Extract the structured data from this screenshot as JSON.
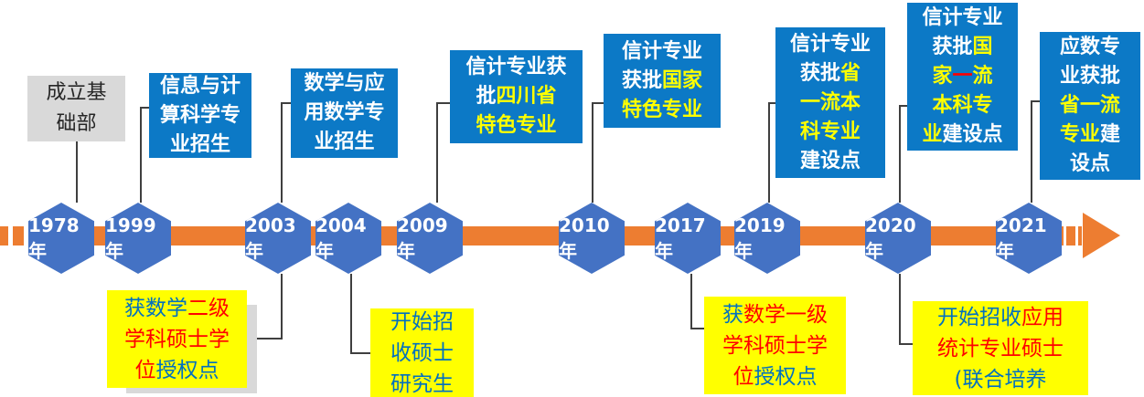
{
  "palette": {
    "white": "#FFFFFF",
    "yellow": "#FFFF00",
    "red": "#FF0000",
    "blue": "#0070C0",
    "black": "#262626"
  },
  "colors": {
    "bar": "#ED7D31",
    "hexagon": "#4472C4",
    "box_blue": "#0C79C6",
    "box_gray": "#D9D9D9",
    "box_yellow": "#FFFF00",
    "connector": "#3F3F3F"
  },
  "nodes": [
    {
      "year": "1978年"
    },
    {
      "year": "1999年"
    },
    {
      "year": "2003年"
    },
    {
      "year": "2004年"
    },
    {
      "year": "2009年"
    },
    {
      "year": "2010年"
    },
    {
      "year": "2017年"
    },
    {
      "year": "2019年"
    },
    {
      "year": "2020年"
    },
    {
      "year": "2021年"
    }
  ],
  "top_boxes": [
    {
      "id": "founding-dept",
      "year": "1978年",
      "lines": [
        [
          {
            "t": "成立基",
            "c": "black"
          }
        ],
        [
          {
            "t": "础部",
            "c": "black"
          }
        ]
      ]
    },
    {
      "id": "info-computing-enrollment",
      "year": "1999年",
      "lines": [
        [
          {
            "t": "信息与计",
            "c": "white"
          }
        ],
        [
          {
            "t": "算科学专",
            "c": "white"
          }
        ],
        [
          {
            "t": "业招生",
            "c": "white"
          }
        ]
      ]
    },
    {
      "id": "math-applied-enrollment",
      "year": "2003年",
      "lines": [
        [
          {
            "t": "数学与应",
            "c": "white"
          }
        ],
        [
          {
            "t": "用数学专",
            "c": "white"
          }
        ],
        [
          {
            "t": "业招生",
            "c": "white"
          }
        ]
      ]
    },
    {
      "id": "xinji-sichuan-featured",
      "year": "2009年",
      "lines": [
        [
          {
            "t": "信计专业获",
            "c": "white"
          }
        ],
        [
          {
            "t": "批",
            "c": "white"
          },
          {
            "t": "四川省",
            "c": "yellow"
          }
        ],
        [
          {
            "t": "特色专业",
            "c": "yellow"
          }
        ]
      ]
    },
    {
      "id": "xinji-national-featured",
      "year": "2010年",
      "lines": [
        [
          {
            "t": "信计专业",
            "c": "white"
          }
        ],
        [
          {
            "t": "获批",
            "c": "white"
          },
          {
            "t": "国家",
            "c": "yellow"
          }
        ],
        [
          {
            "t": "特色专业",
            "c": "yellow"
          }
        ]
      ]
    },
    {
      "id": "xinji-provincial-first-class",
      "year": "2019年",
      "lines": [
        [
          {
            "t": "信计专业",
            "c": "white"
          }
        ],
        [
          {
            "t": "获批",
            "c": "white"
          },
          {
            "t": "省",
            "c": "yellow"
          }
        ],
        [
          {
            "t": "一流本",
            "c": "yellow"
          }
        ],
        [
          {
            "t": "科专业",
            "c": "yellow"
          }
        ],
        [
          {
            "t": "建设点",
            "c": "white"
          }
        ]
      ]
    },
    {
      "id": "xinji-national-first-class",
      "year": "2020年",
      "lines": [
        [
          {
            "t": "信计专业",
            "c": "white"
          }
        ],
        [
          {
            "t": "获批",
            "c": "white"
          },
          {
            "t": "国",
            "c": "yellow"
          }
        ],
        [
          {
            "t": "家",
            "c": "yellow"
          },
          {
            "t": "一",
            "c": "red"
          },
          {
            "t": "流",
            "c": "yellow"
          }
        ],
        [
          {
            "t": "本科专",
            "c": "yellow"
          }
        ],
        [
          {
            "t": "业",
            "c": "yellow"
          },
          {
            "t": "建设点",
            "c": "white"
          }
        ]
      ]
    },
    {
      "id": "yingshu-provincial-first-class",
      "year": "2021年",
      "lines": [
        [
          {
            "t": "应数专",
            "c": "white"
          }
        ],
        [
          {
            "t": "业获批",
            "c": "white"
          }
        ],
        [
          {
            "t": "省一流",
            "c": "yellow"
          }
        ],
        [
          {
            "t": "专业",
            "c": "yellow"
          },
          {
            "t": "建",
            "c": "white"
          }
        ],
        [
          {
            "t": "设点",
            "c": "white"
          }
        ]
      ]
    }
  ],
  "bottom_boxes": [
    {
      "id": "math-second-level-master",
      "year": "2003年",
      "lines": [
        [
          {
            "t": "获数学",
            "c": "blue"
          },
          {
            "t": "二级",
            "c": "red"
          }
        ],
        [
          {
            "t": "学科硕士学",
            "c": "red"
          }
        ],
        [
          {
            "t": "位",
            "c": "red"
          },
          {
            "t": "授权点",
            "c": "blue"
          }
        ]
      ]
    },
    {
      "id": "start-master-enrollment",
      "year": "2004年",
      "lines": [
        [
          {
            "t": "开始招",
            "c": "blue"
          }
        ],
        [
          {
            "t": "收硕士",
            "c": "blue"
          }
        ],
        [
          {
            "t": "研究生",
            "c": "blue"
          }
        ]
      ]
    },
    {
      "id": "math-first-level-master",
      "year": "2017年",
      "lines": [
        [
          {
            "t": "获",
            "c": "blue"
          },
          {
            "t": "数学一级",
            "c": "red"
          }
        ],
        [
          {
            "t": "学科硕士学",
            "c": "red"
          }
        ],
        [
          {
            "t": "位",
            "c": "red"
          },
          {
            "t": "授权点",
            "c": "blue"
          }
        ]
      ]
    },
    {
      "id": "applied-stats-master",
      "year": "2020年",
      "lines": [
        [
          {
            "t": "开始招收",
            "c": "blue"
          },
          {
            "t": "应用",
            "c": "red"
          }
        ],
        [
          {
            "t": "统计专业硕士",
            "c": "red"
          }
        ],
        [
          {
            "t": "(联合培养",
            "c": "blue"
          }
        ]
      ]
    }
  ]
}
